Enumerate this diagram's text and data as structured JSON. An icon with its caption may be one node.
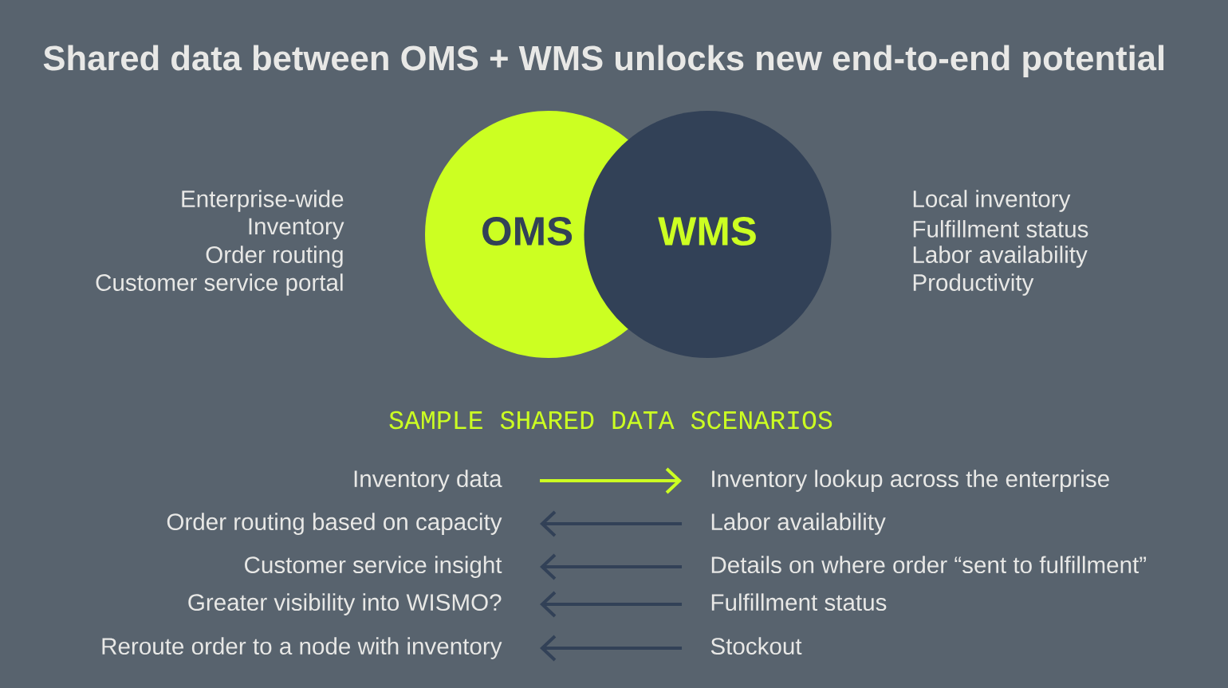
{
  "diagram": {
    "title": "Shared data between OMS + WMS unlocks new end-to-end potential",
    "nodes": [
      {
        "text": [
          "OMS"
        ],
        "beside": [
          "Enterprise-wide",
          "Inventory",
          "Order routing",
          "Customer service portal"
        ]
      },
      {
        "text": [
          "WMS"
        ],
        "beside": [
          "Local inventory",
          "Fulfillment status",
          "Labor availability",
          "Productivity"
        ]
      },
      {
        "text": [
          "Inventory data"
        ]
      },
      {
        "text": [
          "Inventory lookup across the enterprise"
        ]
      },
      {
        "text": [
          "Order routing based on capacity"
        ]
      },
      {
        "text": [
          "Labor availability"
        ]
      },
      {
        "text": [
          "Customer service insight"
        ]
      },
      {
        "text": [
          "Details on where order “sent to fulfillment”"
        ]
      },
      {
        "text": [
          "Greater visibility into WISMO?"
        ]
      },
      {
        "text": [
          "Fulfillment status"
        ]
      },
      {
        "text": [
          "Reroute order to a node with inventory"
        ]
      },
      {
        "text": [
          "Stockout"
        ]
      }
    ],
    "edges": [
      {
        "from": 2,
        "to": 3,
        "arrow": "to",
        "color": "#ccff22"
      },
      {
        "from": 5,
        "to": 4,
        "arrow": "to"
      },
      {
        "from": 7,
        "to": 6,
        "arrow": "to"
      },
      {
        "from": 9,
        "to": 8,
        "arrow": "to"
      },
      {
        "from": 11,
        "to": 10,
        "arrow": "to"
      }
    ],
    "labels": [
      "SAMPLE SHARED DATA SCENARIOS"
    ]
  }
}
